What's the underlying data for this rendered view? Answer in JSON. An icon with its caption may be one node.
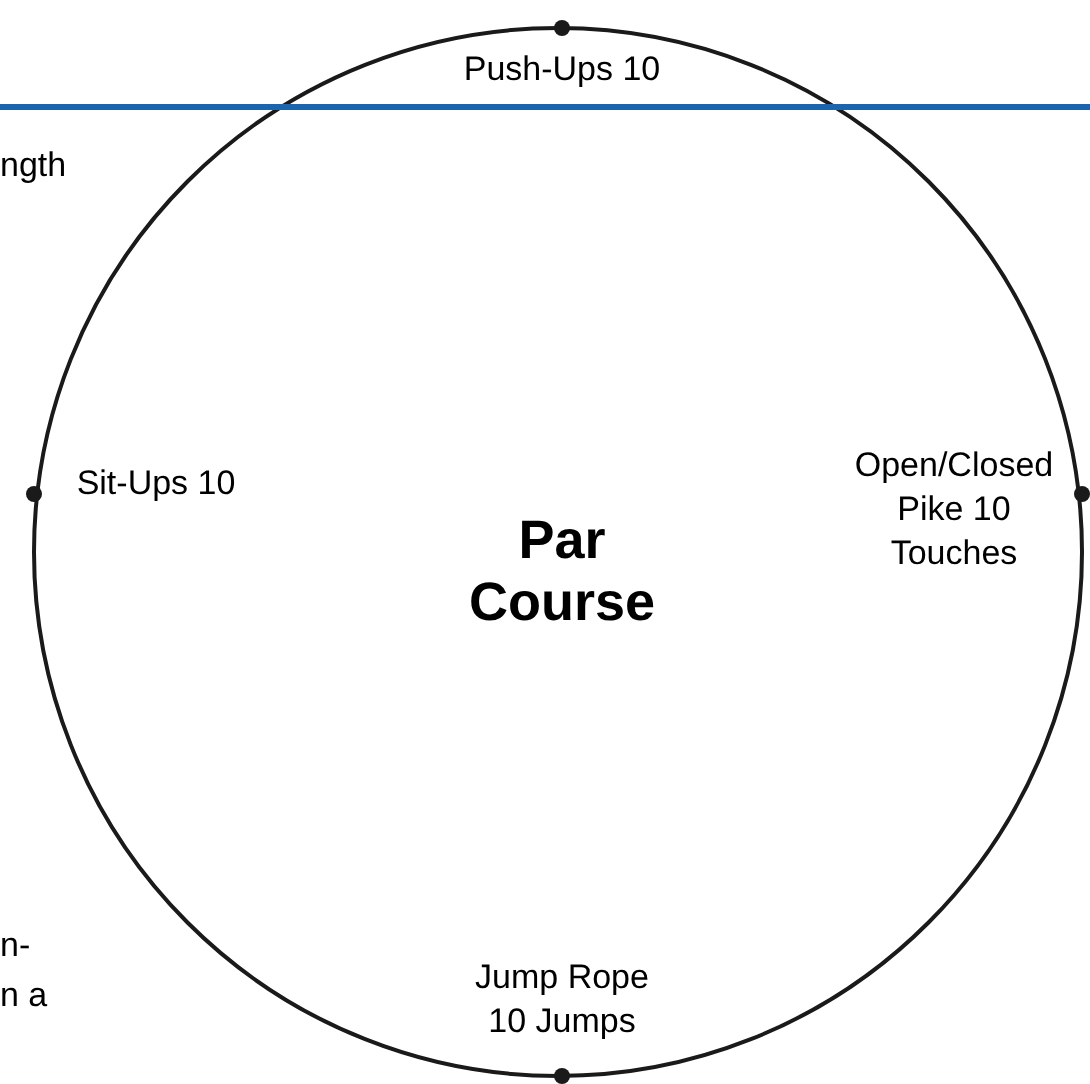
{
  "diagram": {
    "nodes": [
      {
        "text": [
          "Par Course"
        ]
      }
    ],
    "labels": [
      "Push-Ups 10",
      "ngth",
      "Sit-Ups 10",
      "Open/Closed Pike 10 Touches",
      "n-",
      "n a",
      "Jump Rope 10 Jumps"
    ]
  }
}
